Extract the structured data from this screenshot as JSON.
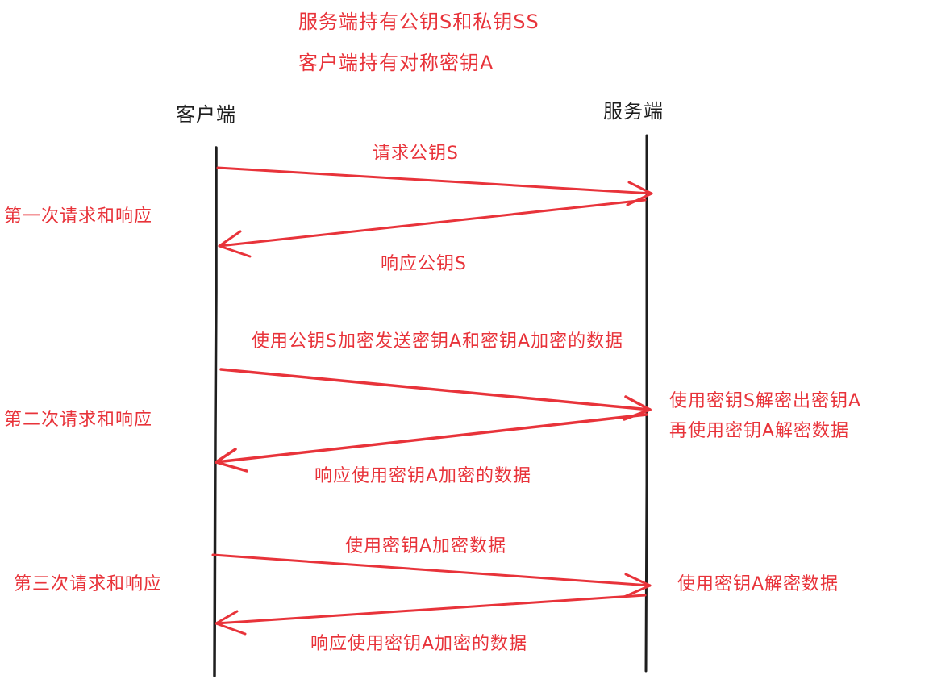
{
  "colors": {
    "accent": "#e8333a",
    "ink": "#1e1e1e"
  },
  "header": {
    "line1": "服务端持有公钥S和私钥SS",
    "line2": "客户端持有对称密钥A"
  },
  "actors": {
    "client": "客户端",
    "server": "服务端"
  },
  "rounds": [
    {
      "label": "第一次请求和响应",
      "request": "请求公钥S",
      "response": "响应公钥S",
      "server_notes": []
    },
    {
      "label": "第二次请求和响应",
      "request": "使用公钥S加密发送密钥A和密钥A加密的数据",
      "response": "响应使用密钥A加密的数据",
      "server_notes": [
        "使用密钥S解密出密钥A",
        "再使用密钥A解密数据"
      ]
    },
    {
      "label": "第三次请求和响应",
      "request": "使用密钥A加密数据",
      "response": "响应使用密钥A加密的数据",
      "server_notes": [
        "使用密钥A解密数据"
      ]
    }
  ]
}
